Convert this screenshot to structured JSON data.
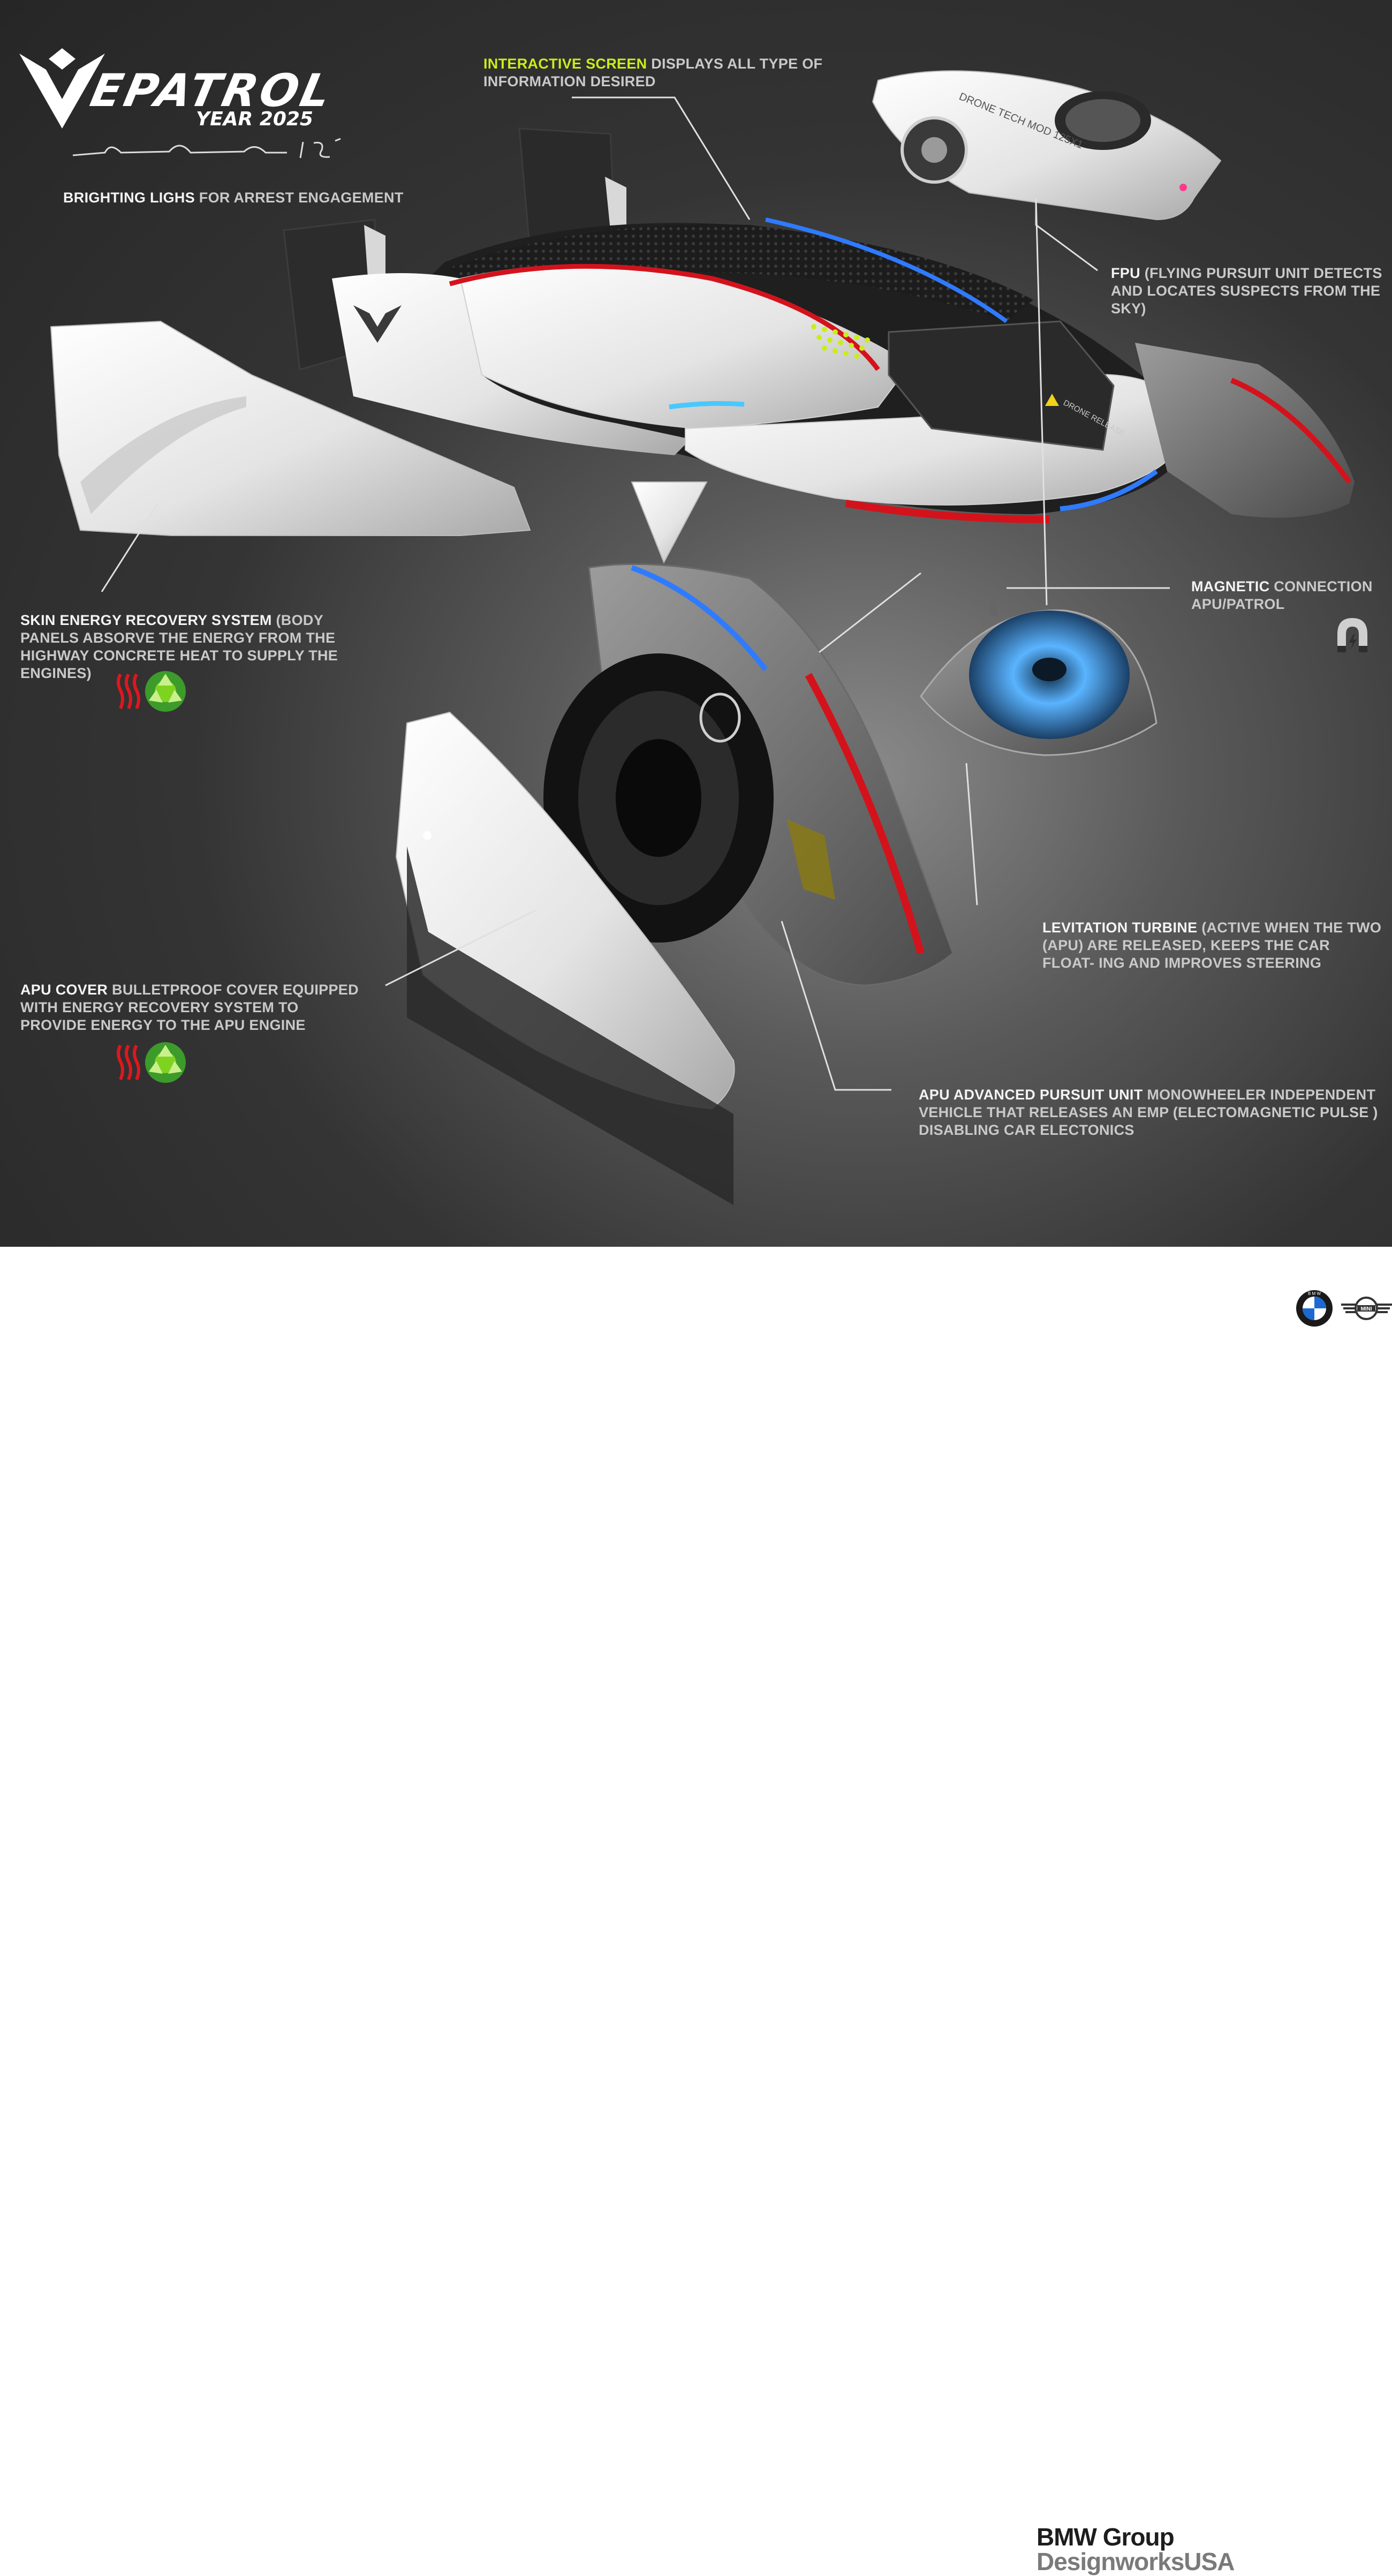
{
  "brand": {
    "title": "EPATROL",
    "year": "YEAR 2025"
  },
  "callouts": {
    "brighting": {
      "highlight": "BRIGHTING LIGHS",
      "rest": " FOR ARREST ENGAGEMENT"
    },
    "screen": {
      "highlight": "INTERACTIVE SCREEN",
      "rest": " DISPLAYS ALL TYPE OF INFORMATION DESIRED"
    },
    "fpu": {
      "highlight": "FPU",
      "rest": " (FLYING PURSUIT UNIT DETECTS AND LOCATES SUSPECTS FROM THE SKY)"
    },
    "magnetic": {
      "highlight": "MAGNETIC",
      "rest": " CONNECTION APU/PATROL"
    },
    "skin": {
      "highlight": "SKIN  ENERGY RECOVERY SYSTEM",
      "rest": " (BODY PANELS ABSORVE THE ENERGY FROM THE HIGHWAY CONCRETE HEAT TO SUPPLY THE ENGINES)"
    },
    "levitation": {
      "highlight": "LEVITATION TURBINE",
      "rest": " (ACTIVE WHEN THE TWO (APU) ARE RELEASED, KEEPS THE CAR FLOAT- ING AND IMPROVES STEERING"
    },
    "apu_cover": {
      "highlight": "APU COVER",
      "rest": " BULLETPROOF COVER EQUIPPED WITH ENERGY RECOVERY SYSTEM TO PROVIDE ENERGY TO THE APU ENGINE"
    },
    "apu": {
      "highlight": "APU ADVANCED PURSUIT UNIT",
      "rest": "  MONOWHEELER INDEPENDENT VEHICLE THAT  RELEASES AN EMP (ELECTOMAGNETIC PULSE ) DISABLING CAR ELECTONICS"
    }
  },
  "drone_labels": {
    "model": "DRONE TECH MOD 125X1",
    "warning": "DRONE RELEASE"
  },
  "footer": {
    "group": "BMW Group",
    "designworks": "DesignworksUSA",
    "bmw_letters": "B M W",
    "mini": "MINI"
  },
  "colors": {
    "lime": "#c8ee1a",
    "red_light": "#d4121c",
    "blue_light": "#2f7bff",
    "body_white": "#ececec"
  },
  "icons": [
    "heat-icon",
    "recycle-icon",
    "magnet-icon",
    "bmw-logo-icon",
    "mini-logo-icon",
    "epatrol-logo-icon"
  ]
}
